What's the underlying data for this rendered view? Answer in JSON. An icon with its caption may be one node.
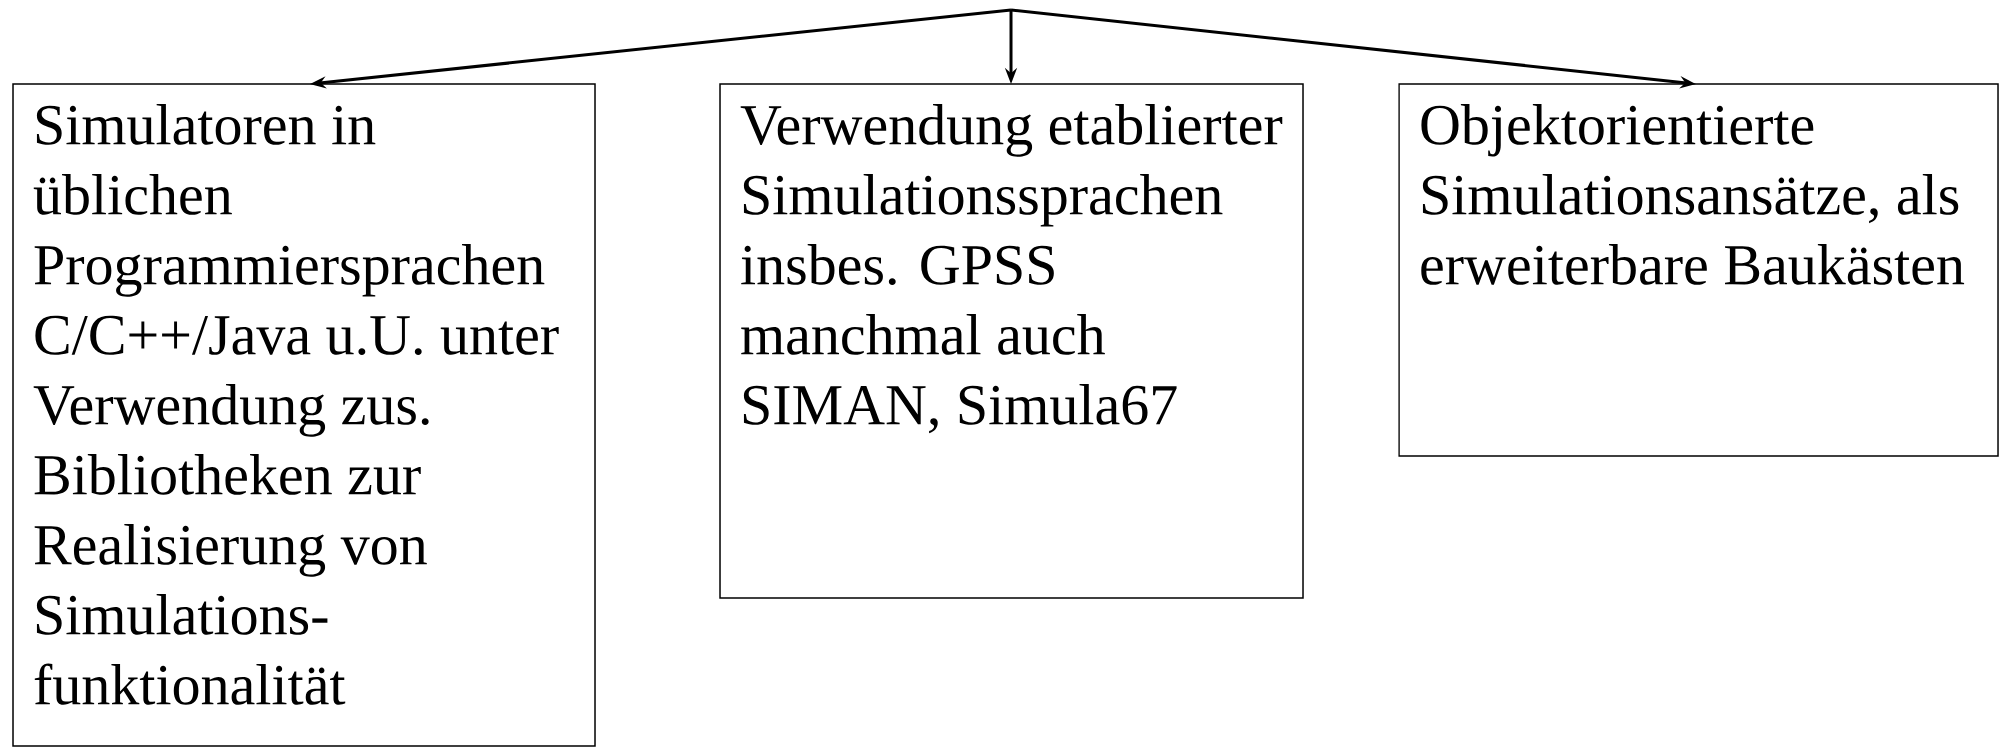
{
  "diagram": {
    "nodes": [
      {
        "text": [
          "Simulatoren in üblichen Programmiersprachen C/C++/Java u.U. unter Verwendung zus. Bibliotheken zur Realisierung von Simulations- funktionalität"
        ]
      },
      {
        "text": [
          "Verwendung etablierter Simulationssprachen insbes. GPSS manchmal auch SIMAN, Simula67"
        ]
      },
      {
        "text": [
          "Objektorientierte Simulationsansätze, als erweiterbare Baukästen"
        ]
      }
    ],
    "edges": [
      {
        "from": null,
        "to": 0,
        "arrow": "to"
      },
      {
        "from": null,
        "to": 1,
        "arrow": "to"
      },
      {
        "from": null,
        "to": 2,
        "arrow": "to"
      }
    ]
  }
}
